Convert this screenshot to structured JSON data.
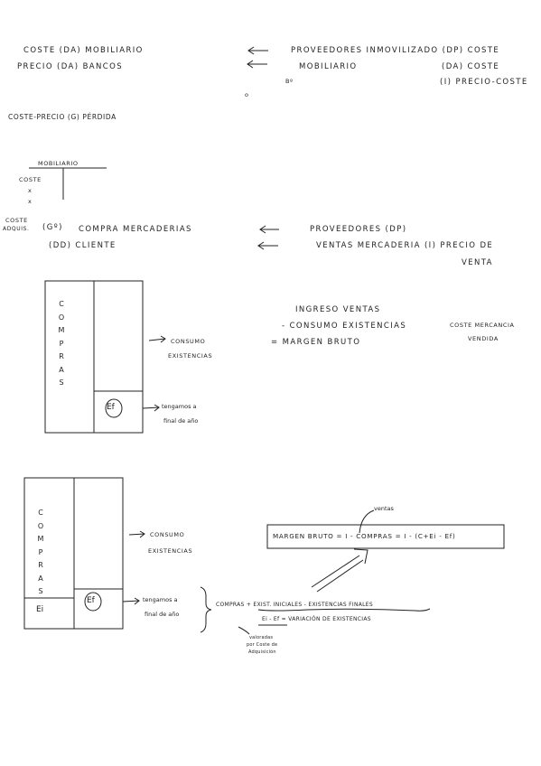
{
  "row1": {
    "left_1": "COSTE  (DA)  MOBILIARIO",
    "left_2": "PRECIO  (DA)  BANCOS",
    "right_1": "PROVEEDORES  INMOVILIZADO  (DP) COSTE",
    "right_2": "MOBILIARIO",
    "right_2b": "(DA)  COSTE",
    "right_3": "Bº",
    "right_3b": "(I)  PRECIO-COSTE",
    "dot": "o"
  },
  "loss_line": "COSTE-PRECIO (G)  PÉRDIDA",
  "t_account": {
    "title": "MOBILIARIO",
    "debit_1": "COSTE",
    "debit_2": "x",
    "debit_3": "x"
  },
  "row2": {
    "label_a": "COSTE",
    "label_b": "ADQUIS.",
    "gasto": "(Gº)",
    "left_1": "COMPRA  MERCADERIAS",
    "left_2": "(DD)  CLIENTE",
    "right_1": "PROVEEDORES      (DP)",
    "right_2": "VENTAS  MERCADERIA (I)  PRECIO DE",
    "right_3": "VENTA"
  },
  "diagram1": {
    "vertical_letters": [
      "C",
      "O",
      "M",
      "P",
      "R",
      "A",
      "S"
    ],
    "final_symbol": "Ef",
    "arrow1_l1": "CONSUMO",
    "arrow1_l2": "EXISTENCIAS",
    "arrow2_l1": "tengamos a",
    "arrow2_l2": "final de año"
  },
  "margin_calc": {
    "l1": "INGRESO VENTAS",
    "l2": "- CONSUMO EXISTENCIAS",
    "l3": "= MARGEN   BRUTO",
    "side_1": "COSTE MERCANCIA",
    "side_2": "VENDIDA"
  },
  "diagram2": {
    "vertical_letters": [
      "C",
      "O",
      "M",
      "P",
      "R",
      "A",
      "S"
    ],
    "initial_symbol": "Ei",
    "final_symbol": "Ef",
    "arrow1_l1": "CONSUMO",
    "arrow1_l2": "EXISTENCIAS",
    "arrow2_l1": "tengamos a",
    "arrow2_l2": "final de año"
  },
  "formula": {
    "ventas_label": "ventas",
    "box": "MARGEN BRUTO = I - COMPRAS = I - (C+Ei - Ef)"
  },
  "brace_notes": {
    "line1": "COMPRAS + EXIST. INICIALES - EXISTENCIAS FINALES",
    "line2": "Ei - Ef = VARIACIÓN DE EXISTENCIAS",
    "note_1": "valoradas",
    "note_2": "por Coste de",
    "note_3": "Adquisición"
  }
}
